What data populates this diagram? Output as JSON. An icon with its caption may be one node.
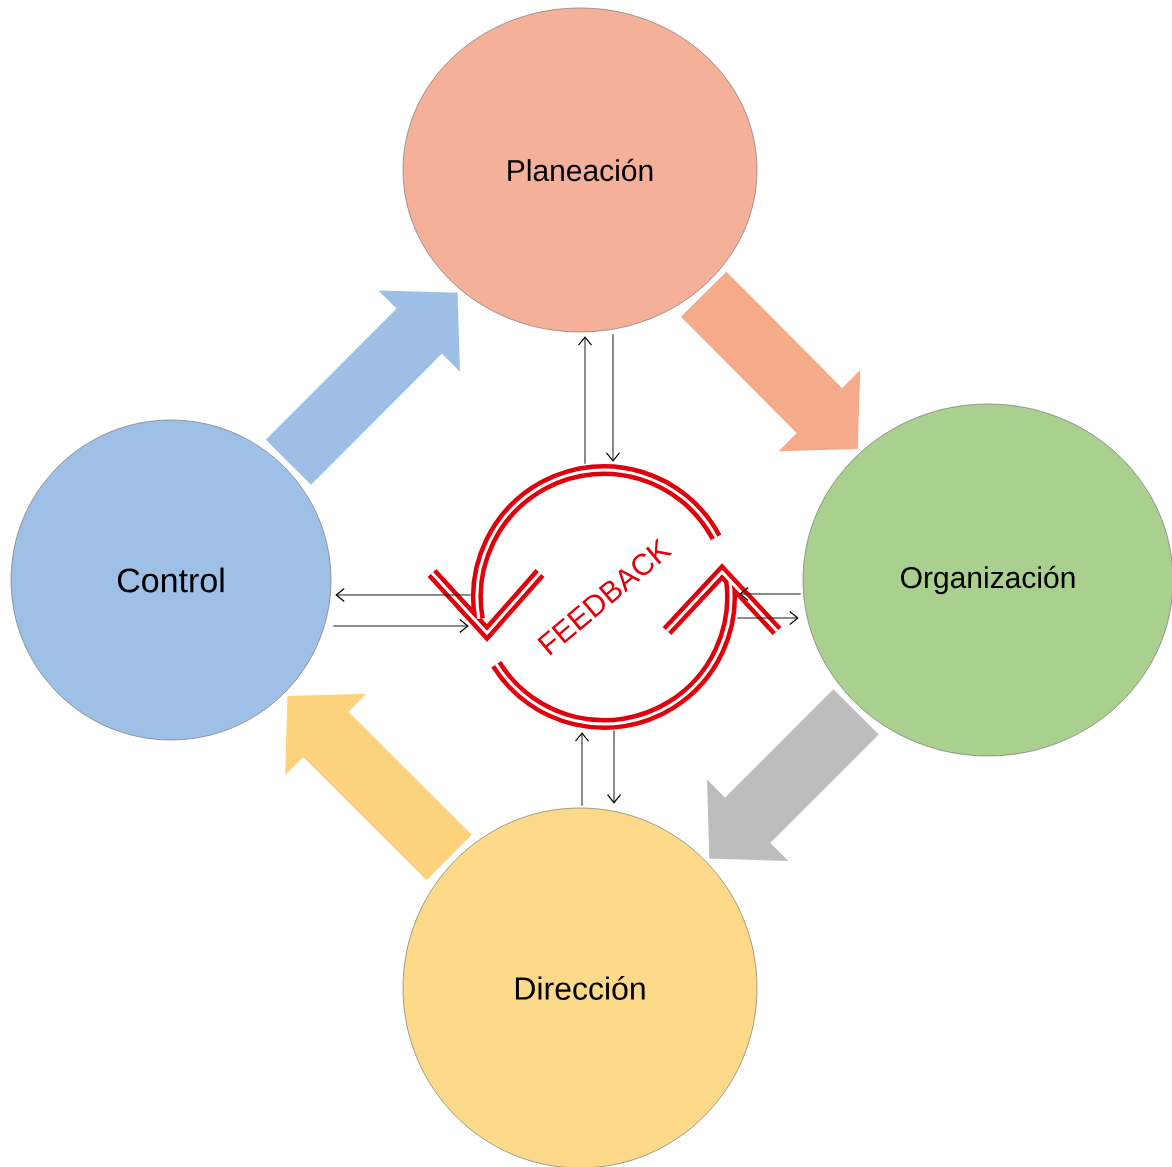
{
  "diagram": {
    "nodes": [
      {
        "text": [
          "Planeación"
        ]
      },
      {
        "text": [
          "Organización"
        ]
      },
      {
        "text": [
          "Dirección"
        ]
      },
      {
        "text": [
          "Control"
        ]
      },
      {
        "text": [
          "FEEDBACK"
        ]
      }
    ],
    "edges": [
      {
        "from": 0,
        "to": 1,
        "arrow": "to",
        "style": "thick",
        "color": "#f5aa8a"
      },
      {
        "from": 1,
        "to": 2,
        "arrow": "to",
        "style": "thick",
        "color": "#bdbdbd"
      },
      {
        "from": 2,
        "to": 3,
        "arrow": "to",
        "style": "thick",
        "color": "#fdd27c"
      },
      {
        "from": 3,
        "to": 0,
        "arrow": "to",
        "style": "thick",
        "color": "#9dbfe6"
      },
      {
        "from": 4,
        "to": 0,
        "arrow": "to"
      },
      {
        "from": 0,
        "to": 4,
        "arrow": "to"
      },
      {
        "from": 4,
        "to": 3,
        "arrow": "to"
      },
      {
        "from": 3,
        "to": 4,
        "arrow": "to"
      },
      {
        "from": 1,
        "to": 4,
        "arrow": "to"
      },
      {
        "from": 4,
        "to": 1,
        "arrow": "to"
      },
      {
        "from": 2,
        "to": 4,
        "arrow": "to"
      },
      {
        "from": 4,
        "to": 2,
        "arrow": "to"
      }
    ]
  }
}
